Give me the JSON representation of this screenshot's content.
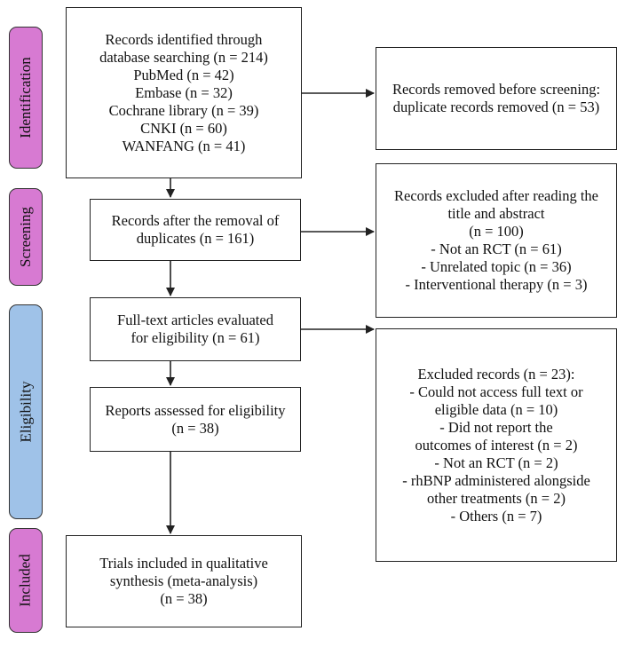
{
  "colors": {
    "pink": "#d77ad2",
    "blue": "#9fc2e8",
    "stroke": "#222222"
  },
  "phases": {
    "identification": "Identification",
    "screening": "Screening",
    "eligibility": "Eligibility",
    "included": "Included"
  },
  "boxes": {
    "identified": [
      "Records identified through",
      "database searching (n = 214)",
      "PubMed (n = 42)",
      "Embase (n = 32)",
      "Cochrane library (n = 39)",
      "CNKI (n = 60)",
      "WANFANG (n = 41)"
    ],
    "removed": [
      "Records removed before screening:",
      "duplicate records removed (n = 53)"
    ],
    "after_removal": [
      "Records after the removal of",
      "duplicates (n = 161)"
    ],
    "excluded_title": [
      "Records excluded after reading the",
      "title and abstract",
      "(n = 100)",
      "- Not an RCT (n = 61)",
      "- Unrelated topic (n = 36)",
      "- Interventional therapy (n = 3)"
    ],
    "fulltext": [
      "Full-text articles evaluated",
      "for eligibility (n = 61)"
    ],
    "excluded_records": [
      "Excluded records (n = 23):",
      "- Could not access full text or",
      "eligible data (n = 10)",
      "- Did not report the",
      "outcomes of interest (n = 2)",
      "- Not an RCT (n = 2)",
      "- rhBNP administered alongside",
      "other treatments (n = 2)",
      "- Others (n = 7)"
    ],
    "reports": [
      "Reports assessed for eligibility",
      "(n = 38)"
    ],
    "included": [
      "Trials included in qualitative",
      "synthesis (meta-analysis)",
      "(n = 38)"
    ]
  }
}
